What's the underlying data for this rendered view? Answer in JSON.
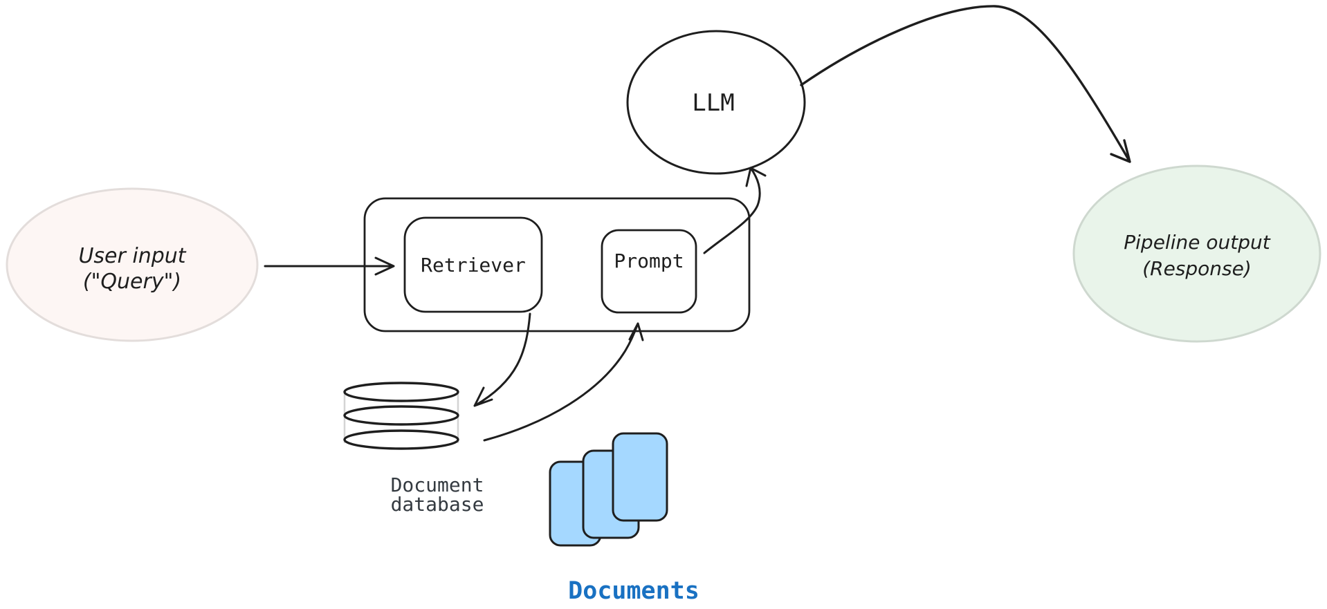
{
  "canvas": {
    "background": "#ffffff",
    "stroke_dark": "#1e1e1e"
  },
  "nodes": {
    "user_input": {
      "line1": "User input",
      "line2": "(\"Query\")",
      "fill": "#fdf6f4",
      "stroke": "#e3dddb",
      "text_color": "#1e1e1e"
    },
    "pipeline_group": {
      "stroke": "#1e1e1e"
    },
    "retriever": {
      "label": "Retriever",
      "text_color": "#1e1e1e"
    },
    "prompt": {
      "label": "Prompt",
      "text_color": "#1e1e1e"
    },
    "llm": {
      "label": "LLM",
      "text_color": "#1e1e1e"
    },
    "pipeline_output": {
      "line1": "Pipeline output",
      "line2": "(Response)",
      "fill": "#e9f4ea",
      "stroke": "#ced8cf",
      "text_color": "#1e1e1e"
    },
    "document_database": {
      "line1": "Document",
      "line2": "database",
      "text_color": "#343a40",
      "rim_stroke": "#1e1e1e",
      "side_stroke": "#d4d4d4"
    },
    "documents": {
      "label": "Documents",
      "text_color": "#1971c2",
      "card_fill": "#a5d8ff",
      "card_stroke": "#1e1e1e"
    }
  },
  "edges": [
    {
      "from": "user-input",
      "to": "retriever"
    },
    {
      "from": "prompt",
      "to": "llm"
    },
    {
      "from": "llm",
      "to": "pipeline-output"
    },
    {
      "from": "retriever",
      "to": "document-database"
    },
    {
      "from": "documents",
      "to": "prompt"
    }
  ]
}
